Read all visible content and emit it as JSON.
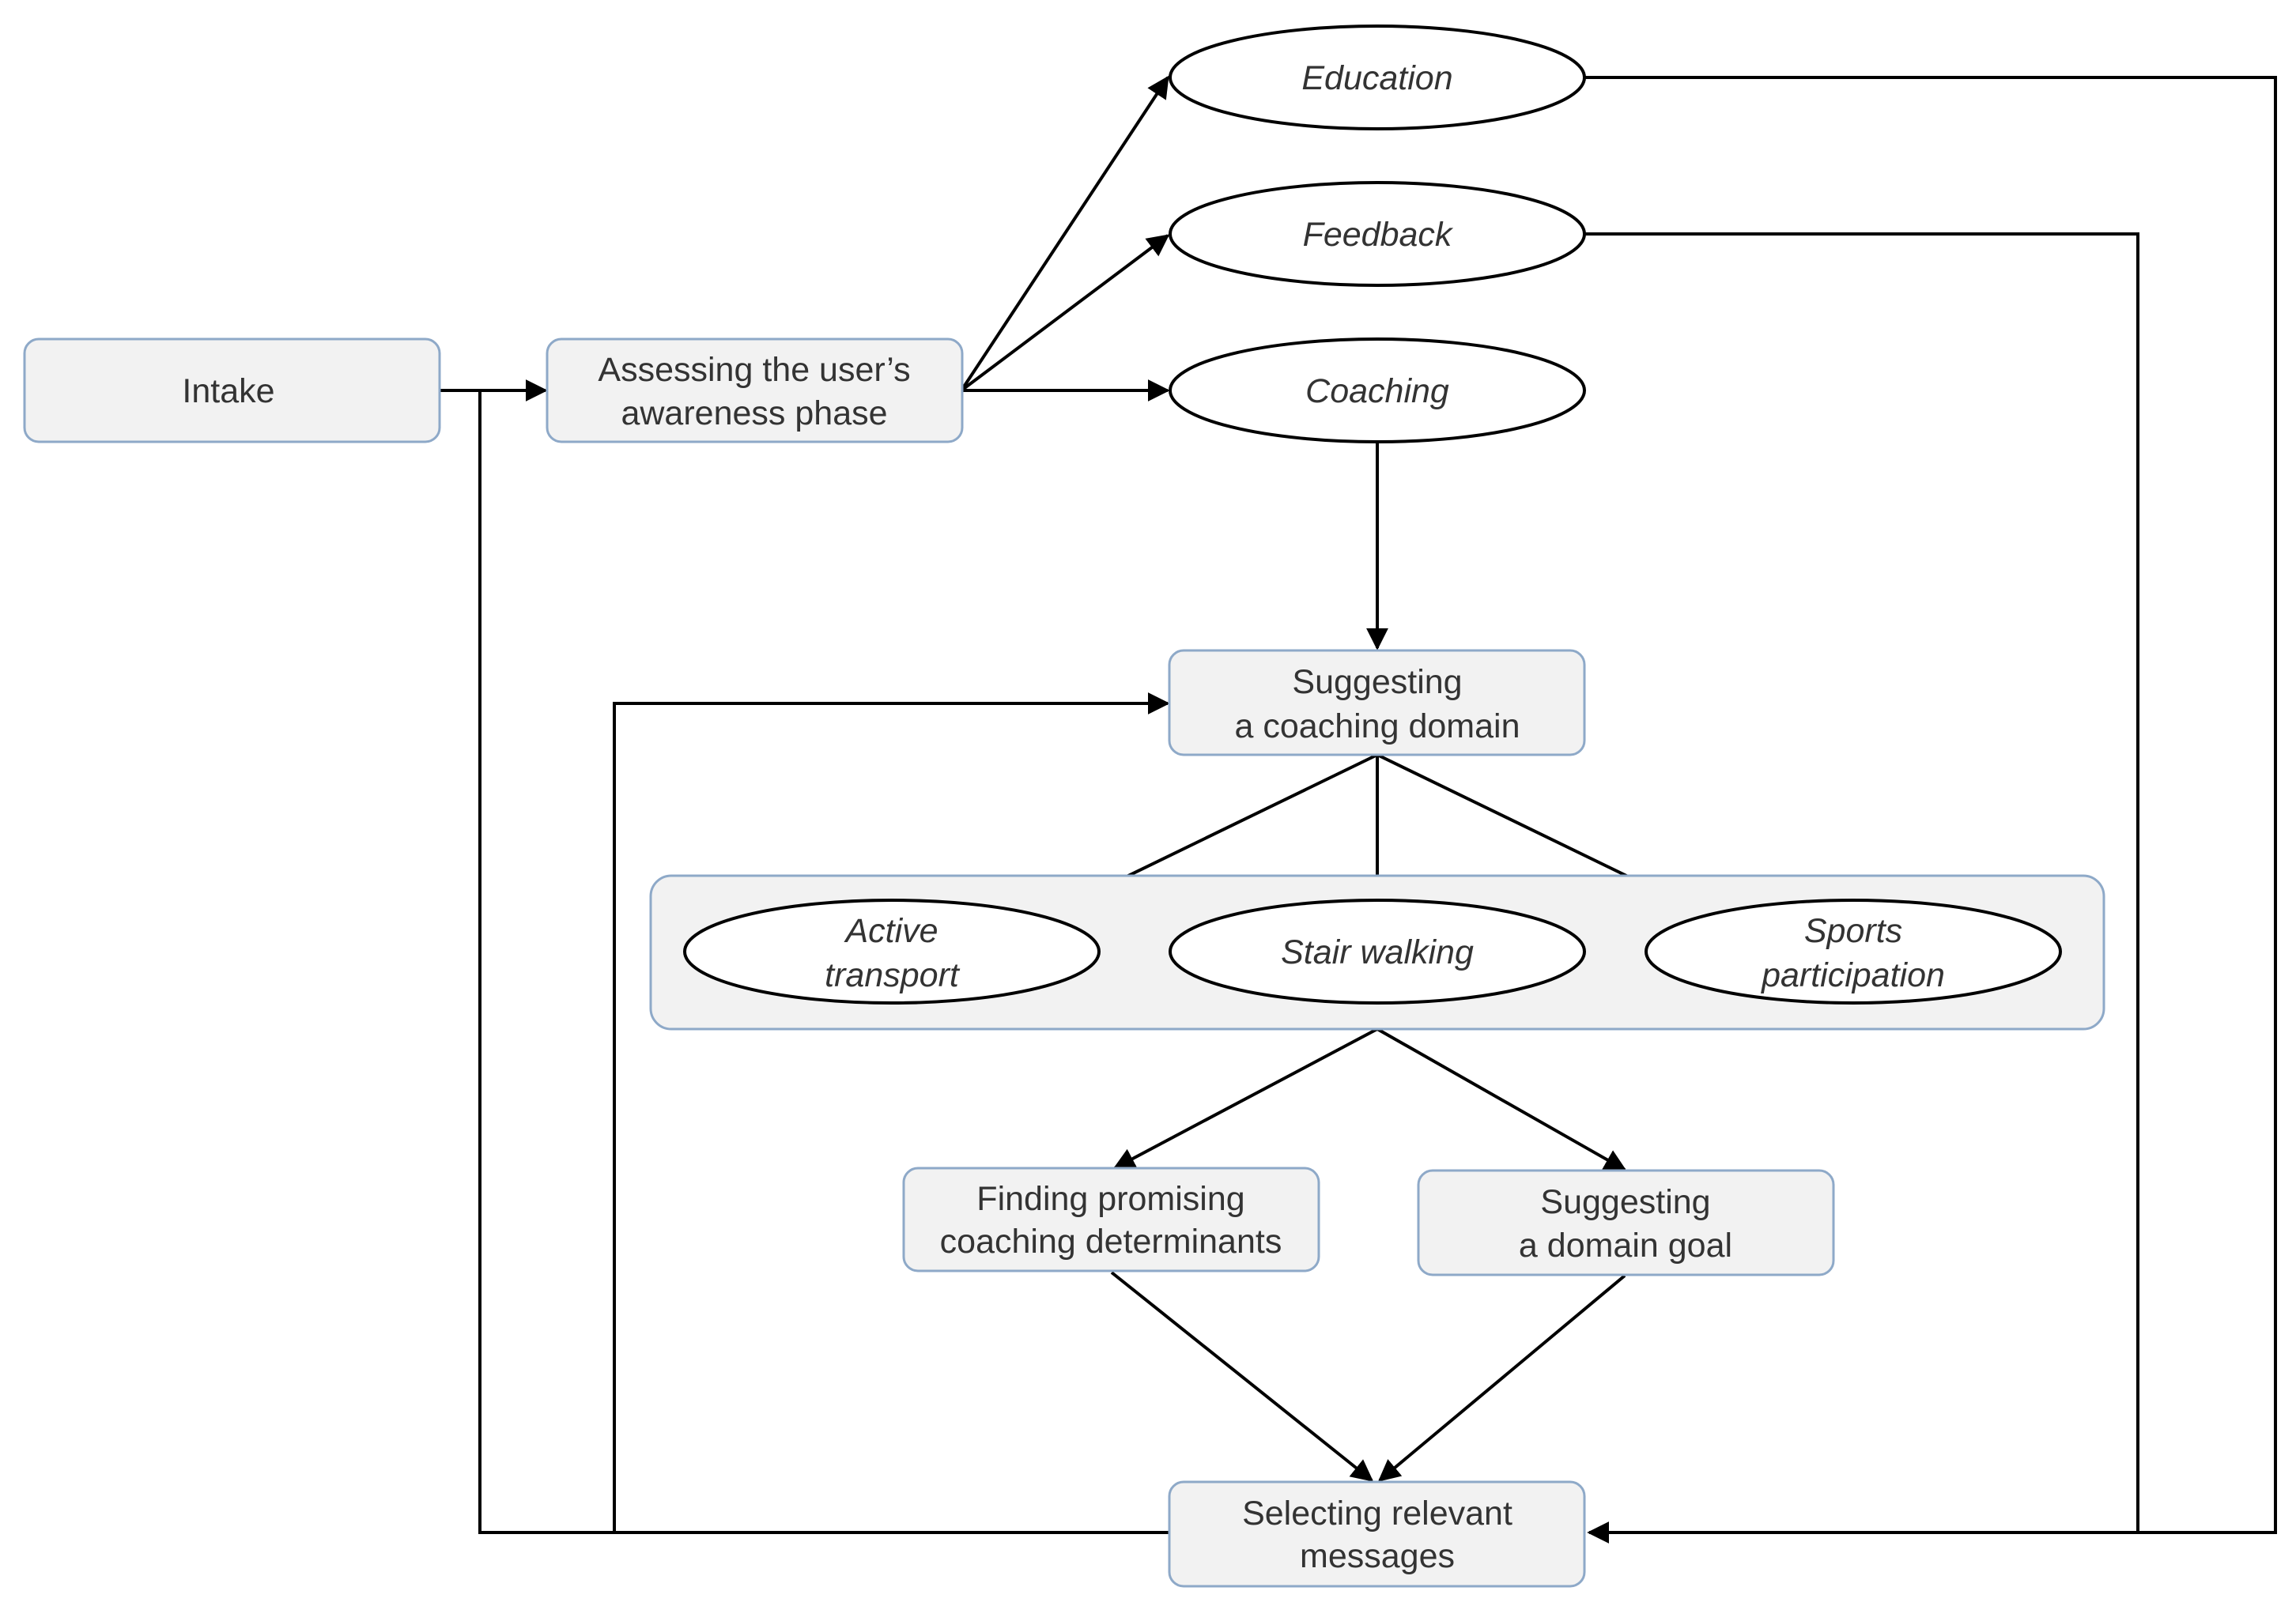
{
  "nodes": {
    "intake": {
      "label": "Intake"
    },
    "assessing": {
      "label_line1": "Assessing the user’s",
      "label_line2": "awareness phase"
    },
    "education": {
      "label": "Education"
    },
    "feedback": {
      "label": "Feedback"
    },
    "coaching": {
      "label": "Coaching"
    },
    "suggesting_domain": {
      "label_line1": "Suggesting",
      "label_line2": "a coaching domain"
    },
    "active_transport": {
      "label_line1": "Active",
      "label_line2": "transport"
    },
    "stair_walking": {
      "label": "Stair walking"
    },
    "sports_participation": {
      "label_line1": "Sports",
      "label_line2": "participation"
    },
    "finding_determinants": {
      "label_line1": "Finding promising",
      "label_line2": "coaching determinants"
    },
    "suggesting_goal": {
      "label_line1": "Suggesting",
      "label_line2": "a domain goal"
    },
    "selecting_messages": {
      "label_line1": "Selecting relevant",
      "label_line2": "messages"
    }
  },
  "edges": [
    {
      "from": "intake",
      "to": "assessing"
    },
    {
      "from": "assessing",
      "to": "education"
    },
    {
      "from": "assessing",
      "to": "feedback"
    },
    {
      "from": "assessing",
      "to": "coaching"
    },
    {
      "from": "coaching",
      "to": "suggesting_domain"
    },
    {
      "from": "suggesting_domain",
      "to": "active_transport"
    },
    {
      "from": "suggesting_domain",
      "to": "stair_walking"
    },
    {
      "from": "suggesting_domain",
      "to": "sports_participation"
    },
    {
      "from": "domain_group",
      "to": "finding_determinants"
    },
    {
      "from": "domain_group",
      "to": "suggesting_goal"
    },
    {
      "from": "finding_determinants",
      "to": "selecting_messages"
    },
    {
      "from": "suggesting_goal",
      "to": "selecting_messages"
    },
    {
      "from": "education",
      "to": "selecting_messages"
    },
    {
      "from": "feedback",
      "to": "selecting_messages"
    },
    {
      "from": "selecting_messages",
      "to": "assessing"
    },
    {
      "from": "selecting_messages",
      "to": "suggesting_domain"
    }
  ],
  "colors": {
    "box_fill": "#f2f2f2",
    "box_border": "#8ea9c8",
    "line": "#000000",
    "text": "#333333"
  }
}
